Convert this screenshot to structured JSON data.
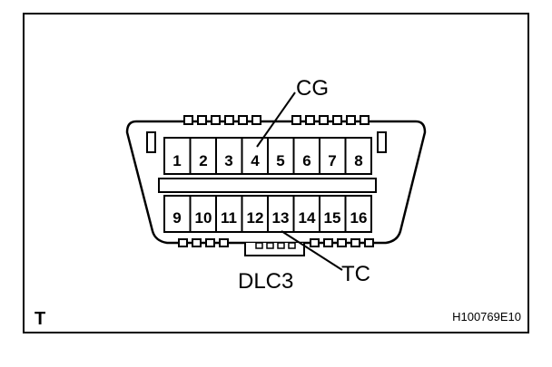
{
  "diagram": {
    "top_row_pins": [
      "1",
      "2",
      "3",
      "4",
      "5",
      "6",
      "7",
      "8"
    ],
    "bottom_row_pins": [
      "9",
      "10",
      "11",
      "12",
      "13",
      "14",
      "15",
      "16"
    ],
    "callouts": {
      "cg": "CG",
      "tc": "TC",
      "connector": "DLC3"
    },
    "corner_label": "T",
    "figure_id": "H100769E10"
  }
}
